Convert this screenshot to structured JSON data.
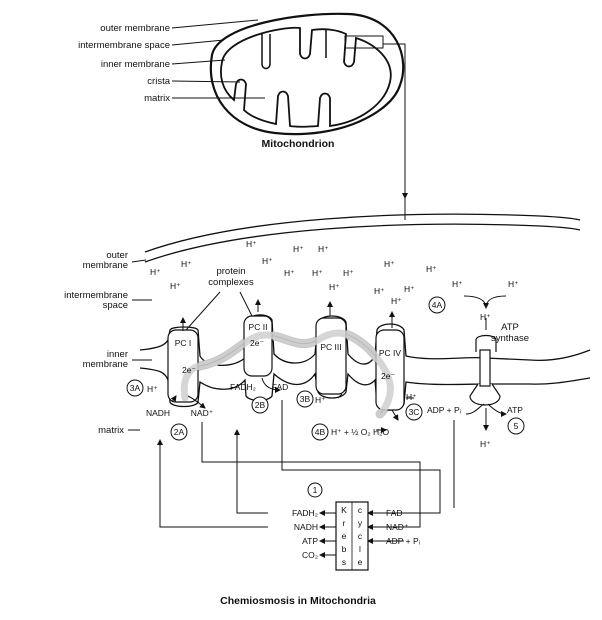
{
  "top_labels": {
    "outer_membrane": "outer membrane",
    "intermembrane_space": "intermembrane space",
    "inner_membrane": "inner membrane",
    "crista": "crista",
    "matrix": "matrix"
  },
  "top_title": "Mitochondrion",
  "bottom_labels": {
    "outer_membrane_1": "outer",
    "outer_membrane_2": "membrane",
    "intermembrane_1": "intermembrane",
    "intermembrane_2": "space",
    "inner_membrane_1": "inner",
    "inner_membrane_2": "membrane",
    "matrix": "matrix"
  },
  "complexes": {
    "protein_1": "protein",
    "protein_2": "complexes",
    "pc1": "PC I",
    "pc2": "PC II",
    "pc3": "PC III",
    "pc4": "PC IV",
    "atp_synthase_1": "ATP",
    "atp_synthase_2": "synthase"
  },
  "electrons": {
    "e1": "2e⁻",
    "e2": "2e⁻",
    "e3": "2e⁻"
  },
  "molecules": {
    "h": "H⁺",
    "nadh": "NADH",
    "nad": "NAD⁺",
    "fadh2": "FADH₂",
    "fad": "FAD",
    "adp_pi": "ADP + Pᵢ",
    "atp": "ATP",
    "reaction_4b": "H⁺ + ½ O₂  H₂O"
  },
  "steps": {
    "s1": "1",
    "s2a": "2A",
    "s2b": "2B",
    "s3a": "3A",
    "s3b": "3B",
    "s3c": "3C",
    "s4a": "4A",
    "s4b": "4B",
    "s5": "5"
  },
  "krebs": {
    "col1": [
      "K",
      "r",
      "e",
      "b",
      "s"
    ],
    "col2": [
      "c",
      "y",
      "c",
      "l",
      "e"
    ],
    "left": [
      "FADH₂",
      "NADH",
      "ATP",
      "CO₂"
    ],
    "right": [
      "FAD",
      "NAD⁺",
      "ADP + Pᵢ"
    ]
  },
  "bottom_title": "Chemiosmosis in Mitochondria"
}
